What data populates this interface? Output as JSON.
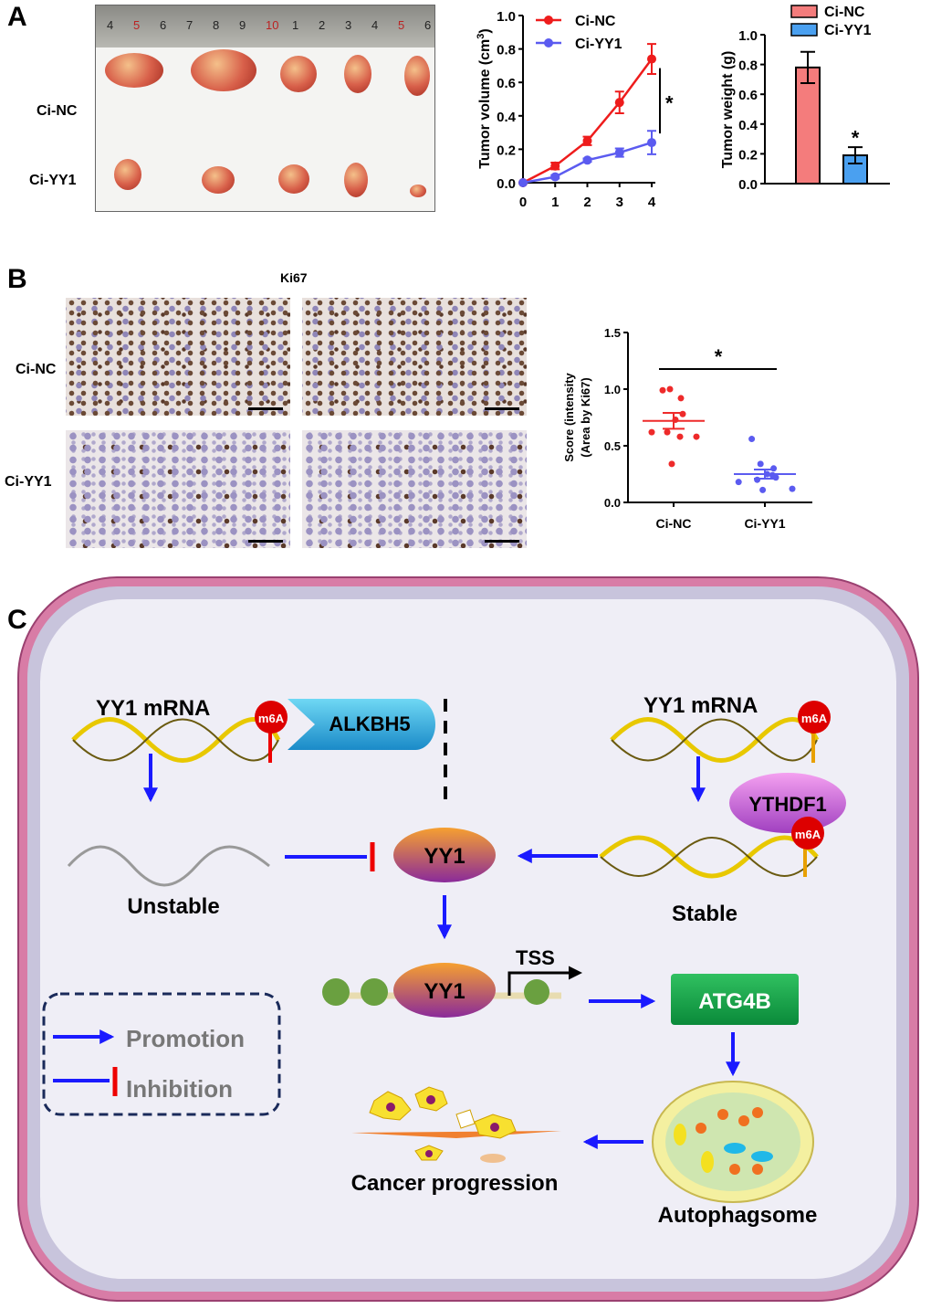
{
  "panel_a": {
    "letter": "A",
    "photo_labels": [
      "Ci-NC",
      "Ci-YY1"
    ],
    "ruler_numbers": [
      "4",
      "5",
      "6",
      "7",
      "8",
      "9",
      "10",
      "1",
      "2",
      "3",
      "4",
      "5",
      "6"
    ]
  },
  "panel_b": {
    "letter": "B",
    "stain_title": "Ki67",
    "row_labels": [
      "Ci-NC",
      "Ci-YY1"
    ]
  },
  "panel_c": {
    "letter": "C",
    "left_mrna": "YY1 mRNA",
    "right_mrna": "YY1 mRNA",
    "m6a": "m6A",
    "alkbh5": "ALKBH5",
    "ythdf1": "YTHDF1",
    "unstable": "Unstable",
    "stable": "Stable",
    "yy1": "YY1",
    "tss": "TSS",
    "atg4b": "ATG4B",
    "autophagosome": "Autophagsome",
    "cancer_progression": "Cancer progression",
    "legend_promotion": "Promotion",
    "legend_inhibition": "Inhibition",
    "colors": {
      "arrow": "#1a1aff",
      "inhibit": "#e00000",
      "atg4b": "#1aa048",
      "cell_border": "#c86890"
    }
  },
  "chart_data": [
    {
      "type": "line",
      "ylabel": "Tumor volume (cm³)",
      "ylabel_main": "Tumor volume (cm",
      "ylabel_sup": "3",
      "ylabel_end": ")",
      "x": [
        0,
        1,
        2,
        3,
        4
      ],
      "xticks": [
        "0",
        "1",
        "2",
        "3",
        "4"
      ],
      "yticks": [
        "0.0",
        "0.2",
        "0.4",
        "0.6",
        "0.8",
        "1.0"
      ],
      "ylim": [
        0,
        1.0
      ],
      "series": [
        {
          "name": "Ci-NC",
          "color": "#ee1c1c",
          "values": [
            0,
            0.1,
            0.25,
            0.48,
            0.74
          ],
          "err": [
            0,
            0.02,
            0.025,
            0.065,
            0.09
          ]
        },
        {
          "name": "Ci-YY1",
          "color": "#5b5bf0",
          "values": [
            0,
            0.035,
            0.135,
            0.18,
            0.24
          ],
          "err": [
            0,
            0.01,
            0.01,
            0.025,
            0.07
          ]
        }
      ],
      "annotation": "*",
      "legend": "top-left"
    },
    {
      "type": "bar",
      "ylabel": "Tumor weight (g)",
      "categories": [
        "Ci-NC",
        "Ci-YY1"
      ],
      "values": [
        0.78,
        0.19
      ],
      "err": [
        0.105,
        0.055
      ],
      "colors": [
        "#f47c7c",
        "#4aa0f0"
      ],
      "yticks": [
        "0.0",
        "0.2",
        "0.4",
        "0.6",
        "0.8",
        "1.0"
      ],
      "ylim": [
        0,
        1.0
      ],
      "annotation": "*",
      "legend": "top"
    },
    {
      "type": "scatter",
      "ylabel_1": "Score (intensity",
      "ylabel_2": "(Area by Ki67)",
      "categories": [
        "Ci-NC",
        "Ci-YY1"
      ],
      "series": [
        {
          "name": "Ci-NC",
          "color": "#ee2a2a",
          "values": [
            0.99,
            1.0,
            0.92,
            0.78,
            0.73,
            0.62,
            0.62,
            0.58,
            0.58,
            0.34
          ],
          "mean": 0.72,
          "sem": 0.07
        },
        {
          "name": "Ci-YY1",
          "color": "#5b5bf0",
          "values": [
            0.56,
            0.34,
            0.3,
            0.22,
            0.25,
            0.18,
            0.2,
            0.24,
            0.12,
            0.11
          ],
          "mean": 0.25,
          "sem": 0.04
        }
      ],
      "yticks": [
        "0.0",
        "0.5",
        "1.0",
        "1.5"
      ],
      "ylim": [
        0,
        1.5
      ],
      "annotation": "*"
    }
  ]
}
